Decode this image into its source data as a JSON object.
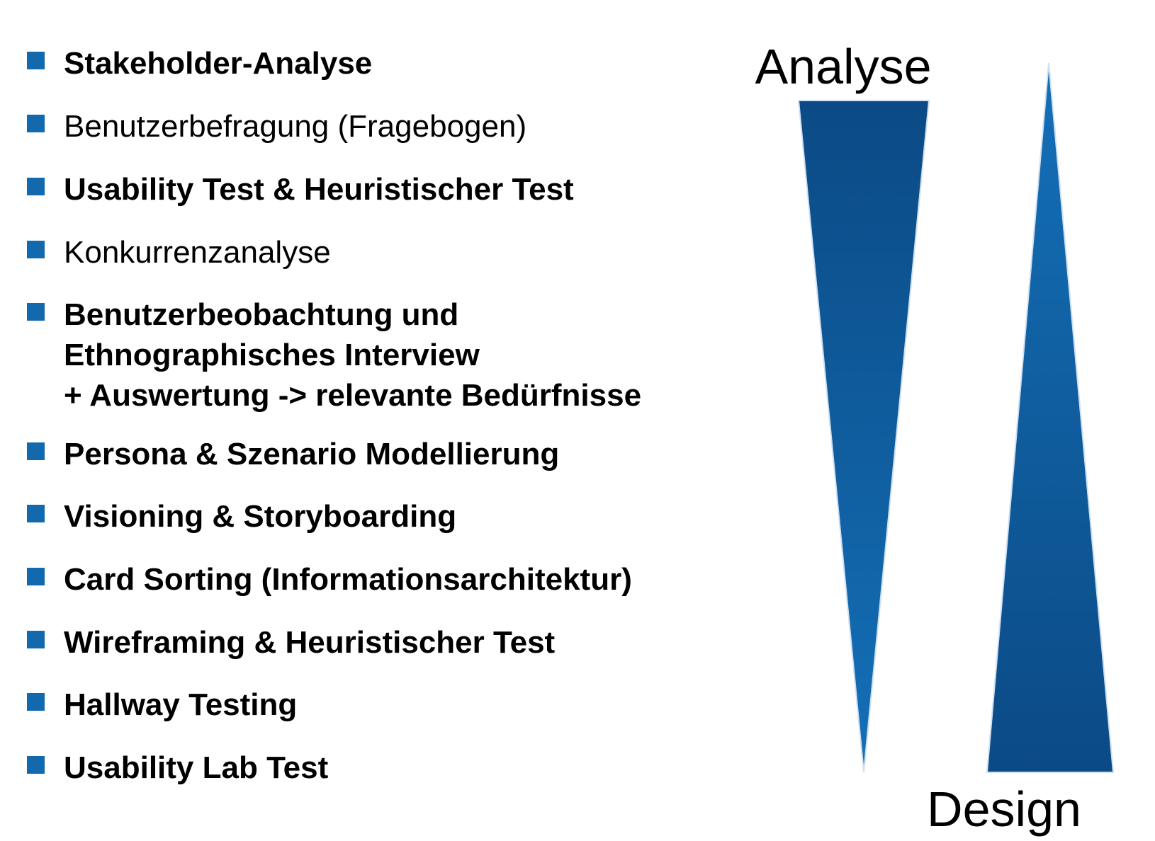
{
  "colors": {
    "bullet": "#1269ae",
    "wedge_dark": "#0b4a85",
    "wedge_light": "#1470b8"
  },
  "items": [
    {
      "id": "stakeholder-analyse",
      "label": "Stakeholder-Analyse",
      "bold": true
    },
    {
      "id": "benutzerbefragung",
      "label": "Benutzerbefragung (Fragebogen)",
      "bold": false
    },
    {
      "id": "usability-heuristic-test",
      "label": "Usability Test & Heuristischer Test",
      "bold": true
    },
    {
      "id": "konkurrenzanalyse",
      "label": "Konkurrenzanalyse",
      "bold": false
    },
    {
      "id": "benutzerbeobachtung",
      "lines": [
        "Benutzerbeobachtung und",
        "Ethnographisches Interview",
        "+ Auswertung -> relevante Bedürfnisse"
      ],
      "bold": true
    },
    {
      "id": "persona-szenario",
      "label": "Persona & Szenario Modellierung",
      "bold": true
    },
    {
      "id": "visioning-storyboarding",
      "label": "Visioning & Storyboarding",
      "bold": true
    },
    {
      "id": "card-sorting",
      "label": "Card Sorting (Informationsarchitektur)",
      "bold": true
    },
    {
      "id": "wireframing",
      "label": "Wireframing & Heuristischer Test",
      "bold": true
    },
    {
      "id": "hallway-testing",
      "label": "Hallway Testing",
      "bold": true
    },
    {
      "id": "usability-lab-test",
      "label": "Usability Lab Test",
      "bold": true
    }
  ],
  "diagram": {
    "analyse_label": "Analyse",
    "design_label": "Design"
  }
}
